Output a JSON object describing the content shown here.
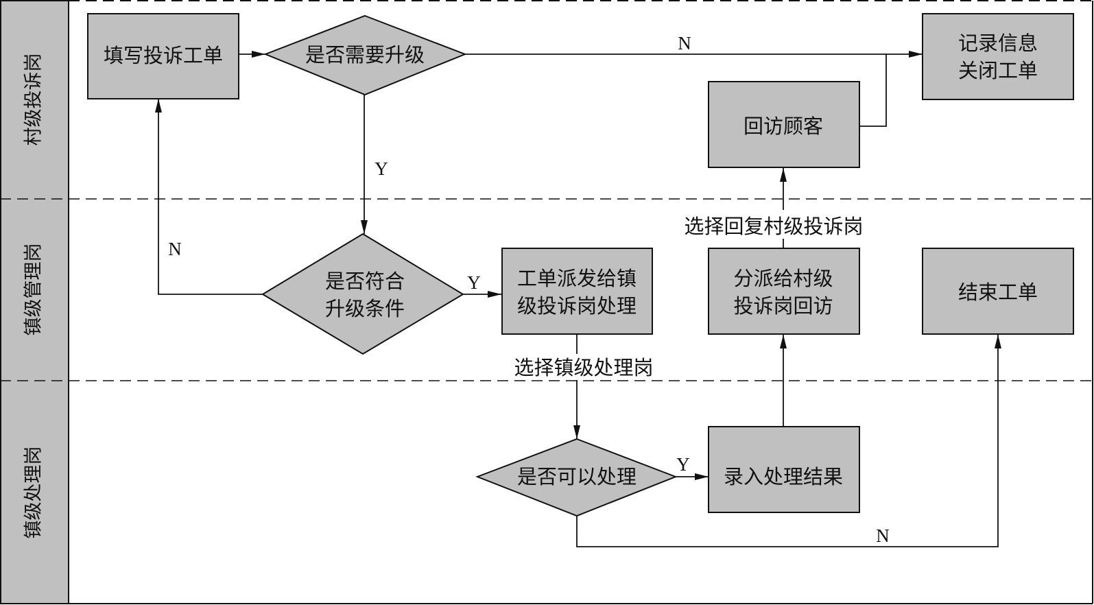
{
  "diagram": {
    "type": "swimlane-flowchart",
    "colors": {
      "node_fill": "#c0c0c0",
      "lane_header_fill": "#c0c0c0",
      "stroke": "#111111",
      "background": "#ffffff"
    },
    "lanes": [
      {
        "id": "village",
        "label": "村级投诉岗"
      },
      {
        "id": "town_mgmt",
        "label": "镇级管理岗"
      },
      {
        "id": "town_proc",
        "label": "镇级处理岗"
      }
    ],
    "nodes": [
      {
        "id": "fill_ticket",
        "shape": "rect",
        "lane": "village",
        "lines": [
          "填写投诉工单"
        ]
      },
      {
        "id": "need_escalate",
        "shape": "diamond",
        "lane": "village",
        "lines": [
          "是否需要升级"
        ]
      },
      {
        "id": "record_close",
        "shape": "rect",
        "lane": "village",
        "lines": [
          "记录信息",
          "关闭工单"
        ]
      },
      {
        "id": "revisit",
        "shape": "rect",
        "lane": "village",
        "lines": [
          "回访顾客"
        ]
      },
      {
        "id": "meets_criteria",
        "shape": "diamond",
        "lane": "town_mgmt",
        "lines": [
          "是否符合",
          "升级条件"
        ]
      },
      {
        "id": "dispatch_town",
        "shape": "rect",
        "lane": "town_mgmt",
        "lines": [
          "工单派发给镇",
          "级投诉岗处理"
        ]
      },
      {
        "id": "assign_village",
        "shape": "rect",
        "lane": "town_mgmt",
        "lines": [
          "分派给村级",
          "投诉岗回访"
        ]
      },
      {
        "id": "end_ticket",
        "shape": "rect",
        "lane": "town_mgmt",
        "lines": [
          "结束工单"
        ]
      },
      {
        "id": "can_process",
        "shape": "diamond",
        "lane": "town_proc",
        "lines": [
          "是否可以处理"
        ]
      },
      {
        "id": "enter_result",
        "shape": "rect",
        "lane": "town_proc",
        "lines": [
          "录入处理结果"
        ]
      }
    ],
    "edges": [
      {
        "from": "fill_ticket",
        "to": "need_escalate",
        "label": ""
      },
      {
        "from": "need_escalate",
        "to": "record_close",
        "label": "N"
      },
      {
        "from": "need_escalate",
        "to": "meets_criteria",
        "label": "Y"
      },
      {
        "from": "meets_criteria",
        "to": "fill_ticket",
        "label": "N"
      },
      {
        "from": "meets_criteria",
        "to": "dispatch_town",
        "label": "Y"
      },
      {
        "from": "dispatch_town",
        "to": "can_process",
        "label": "选择镇级处理岗"
      },
      {
        "from": "can_process",
        "to": "enter_result",
        "label": "Y"
      },
      {
        "from": "can_process",
        "to": "end_ticket",
        "label": "N"
      },
      {
        "from": "enter_result",
        "to": "assign_village",
        "label": ""
      },
      {
        "from": "assign_village",
        "to": "revisit",
        "label": "选择回复村级投诉岗"
      },
      {
        "from": "revisit",
        "to": "record_close",
        "label": ""
      }
    ]
  }
}
